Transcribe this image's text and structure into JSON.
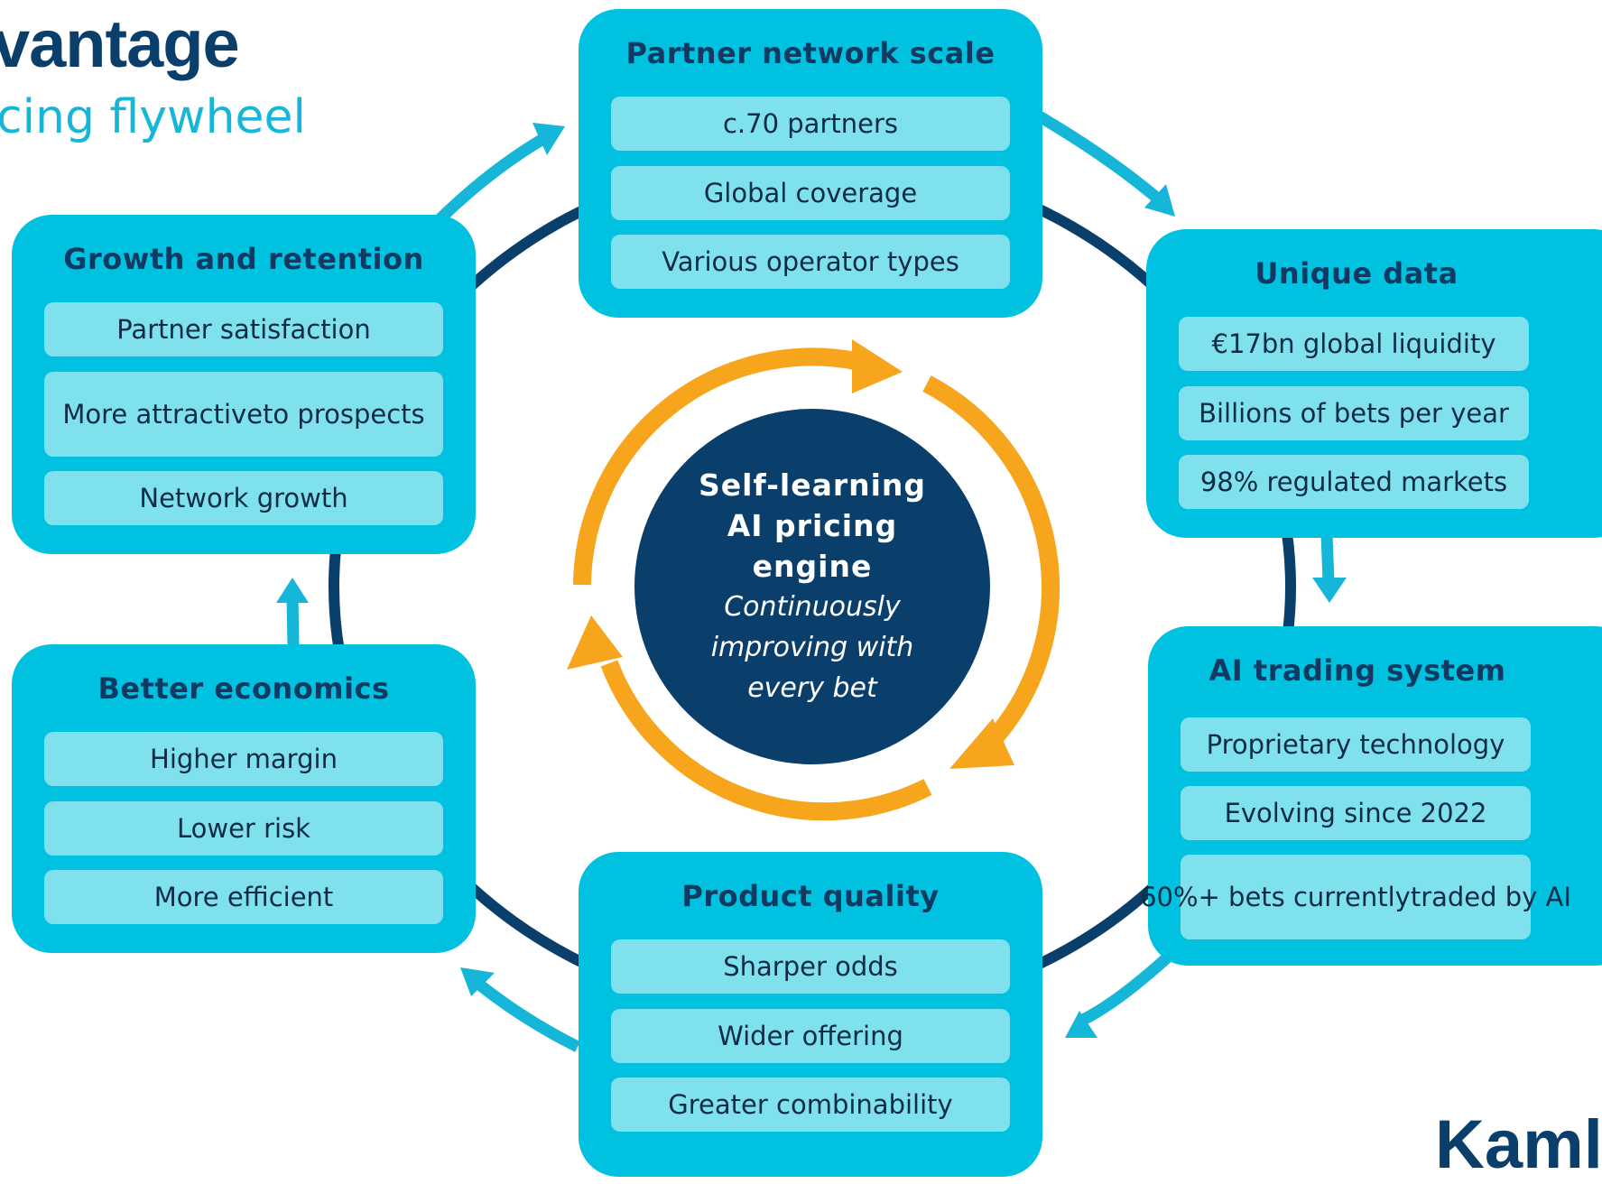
{
  "header": {
    "title": "vantage",
    "subtitle": "cing flywheel"
  },
  "colors": {
    "card_bg": "#00c2e0",
    "pill_bg": "#7fe0ee",
    "navy": "#0b3f6b",
    "arrow_cyan": "#16b6d8",
    "orange": "#f7a51d"
  },
  "center": {
    "title_lines": [
      "Self-learning",
      "AI pricing",
      "engine"
    ],
    "subtitle_lines": [
      "Continuously",
      "improving with",
      "every bet"
    ]
  },
  "cards": {
    "partner_network": {
      "title": "Partner network scale",
      "items": [
        "c.70 partners",
        "Global coverage",
        "Various operator types"
      ]
    },
    "unique_data": {
      "title": "Unique data",
      "items": [
        "€17bn global liquidity",
        "Billions of bets per year",
        "98% regulated markets"
      ]
    },
    "ai_trading": {
      "title": "AI trading system",
      "items": [
        "Proprietary technology",
        "Evolving since 2022",
        [
          "60%+ bets currently",
          "traded by AI"
        ]
      ]
    },
    "product_quality": {
      "title": "Product quality",
      "items": [
        "Sharper odds",
        "Wider offering",
        "Greater combinability"
      ]
    },
    "better_economics": {
      "title": "Better economics",
      "items": [
        "Higher margin",
        "Lower risk",
        "More efficient"
      ]
    },
    "growth_retention": {
      "title": "Growth and retention",
      "items": [
        "Partner satisfaction",
        [
          "More attractive",
          "to prospects"
        ],
        "Network growth"
      ]
    }
  },
  "brand": {
    "logo_text": "Kaml"
  }
}
